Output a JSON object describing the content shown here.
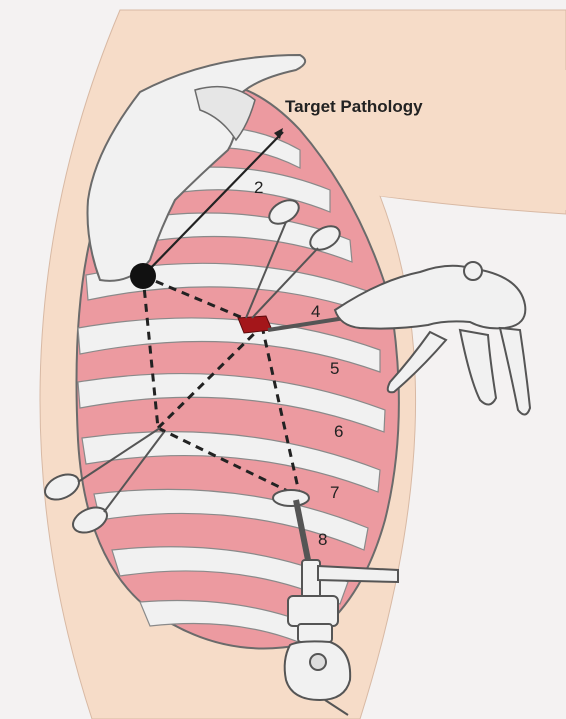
{
  "annotation": {
    "target_label": "Target Pathology"
  },
  "rib_labels": [
    "2",
    "4",
    "5",
    "6",
    "7",
    "8"
  ],
  "colors": {
    "background": "#f4f2f2",
    "skin": "#f6dcc8",
    "rib_space": "#ec9aa0",
    "bone": "#f1f1f1",
    "outline": "#6b6b6b",
    "lesion": "#a4161a",
    "port_dot": "#111111"
  },
  "icons": [
    "scapula-icon",
    "forceps-icon",
    "scope-grip-icon",
    "thoracoscope-icon"
  ]
}
